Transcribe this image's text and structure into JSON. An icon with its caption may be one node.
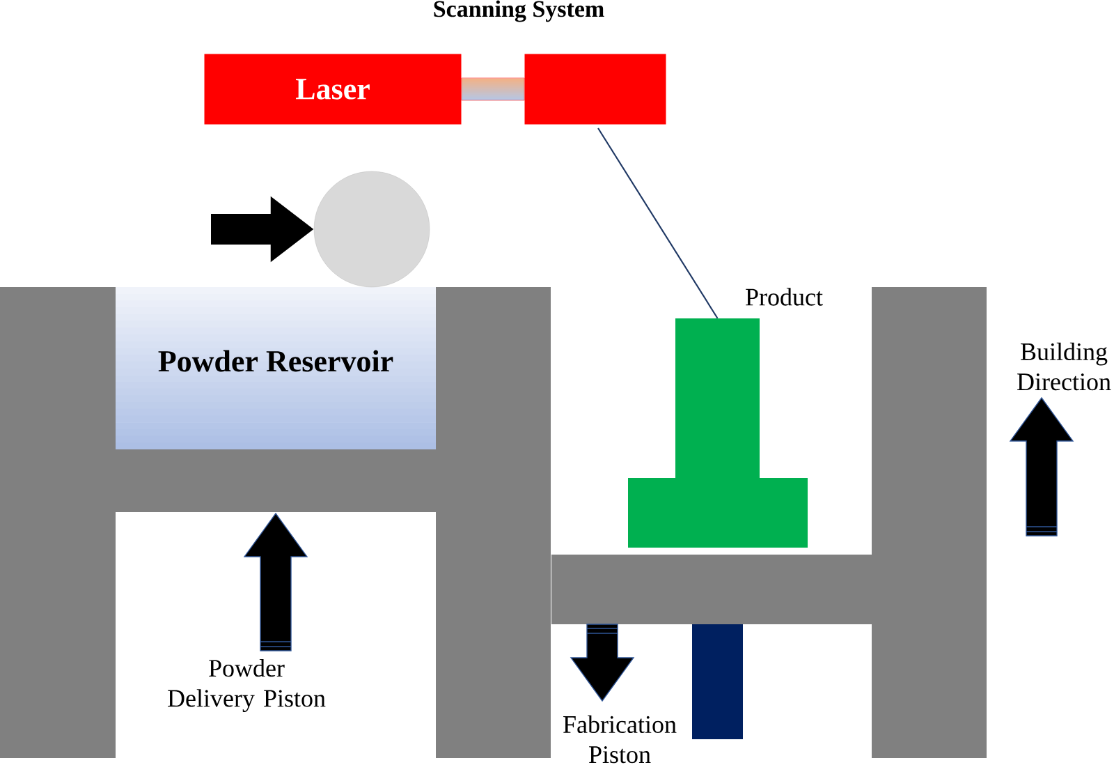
{
  "diagram": {
    "title": "Scanning System",
    "nodes": [
      {
        "text": [
          "Laser"
        ]
      },
      {
        "text": [],
        "shape": "box"
      },
      {
        "text": [
          "Product"
        ]
      },
      {
        "text": [
          "Powder Reservoir"
        ]
      },
      {
        "text": [],
        "shape": "circle"
      }
    ],
    "edges": [
      {
        "from": 0,
        "to": 1,
        "arrow": "none",
        "style": "thick"
      },
      {
        "from": 1,
        "to": 2,
        "arrow": "none"
      },
      {
        "from": null,
        "to": 4,
        "arrow": "to",
        "style": "thick",
        "color": "#000000"
      }
    ],
    "labels": [
      "Powder Delivery Piston",
      "Fabrication Piston",
      "Building Direction"
    ]
  }
}
